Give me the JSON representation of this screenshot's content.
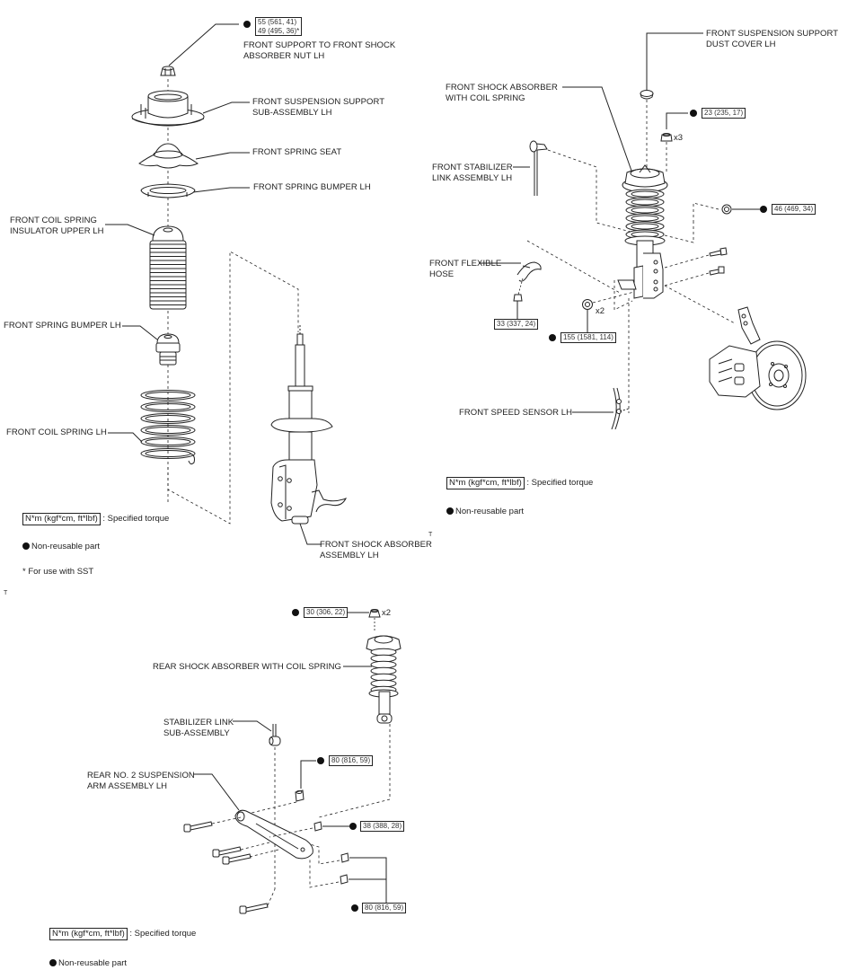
{
  "front_exploded": {
    "labels": {
      "support_nut": "FRONT SUPPORT TO FRONT SHOCK\nABSORBER NUT LH",
      "suspension_support": "FRONT SUSPENSION SUPPORT\nSUB-ASSEMBLY LH",
      "spring_seat": "FRONT SPRING SEAT",
      "spring_bumper_upper": "FRONT SPRING BUMPER LH",
      "coil_spring_insulator": "FRONT COIL SPRING\nINSULATOR UPPER LH",
      "spring_bumper_lower": "FRONT SPRING BUMPER LH",
      "coil_spring": "FRONT COIL SPRING LH",
      "shock_absorber_assembly": "FRONT SHOCK ABSORBER\nASSEMBLY LH"
    },
    "torques": {
      "support_nut": "55 (561, 41)\n49 (495, 36)*"
    },
    "legend": {
      "torque_unit": "N*m (kgf*cm, ft*lbf)",
      "torque_desc": ": Specified torque",
      "non_reusable": "Non-reusable part",
      "sst_note": "* For use with SST"
    },
    "marker": "T"
  },
  "front_installed": {
    "labels": {
      "dust_cover": "FRONT SUSPENSION SUPPORT\nDUST COVER LH",
      "shock_with_spring": "FRONT SHOCK ABSORBER\nWITH COIL SPRING",
      "stabilizer_link": "FRONT STABILIZER\nLINK ASSEMBLY LH",
      "flexible_hose": "FRONT FLEXIBLE\nHOSE",
      "speed_sensor": "FRONT SPEED SENSOR LH"
    },
    "torques": {
      "upper_nuts": "23 (235, 17)",
      "stabilizer_nut": "46 (469, 34)",
      "hose_bolt": "33 (337, 24)",
      "knuckle_nuts": "155 (1581, 114)"
    },
    "quantities": {
      "upper_nuts": "x3",
      "knuckle_nuts": "x2"
    },
    "legend": {
      "torque_unit": "N*m (kgf*cm, ft*lbf)",
      "torque_desc": ": Specified torque",
      "non_reusable": "Non-reusable part"
    },
    "marker": "T"
  },
  "rear": {
    "labels": {
      "shock_with_spring": "REAR SHOCK ABSORBER WITH COIL SPRING",
      "stabilizer_link": "STABILIZER LINK\nSUB-ASSEMBLY",
      "suspension_arm": "REAR NO. 2 SUSPENSION\nARM ASSEMBLY LH"
    },
    "torques": {
      "upper_nuts": "30 (306, 22)",
      "stabilizer_nut": "80 (816, 59)",
      "arm_nut": "38 (388, 28)",
      "lower_nuts": "80 (816, 59)"
    },
    "quantities": {
      "upper_nuts": "x2"
    },
    "legend": {
      "torque_unit": "N*m (kgf*cm, ft*lbf)",
      "torque_desc": ": Specified torque",
      "non_reusable": "Non-reusable part"
    }
  },
  "colors": {
    "line": "#222222",
    "background": "#ffffff"
  }
}
